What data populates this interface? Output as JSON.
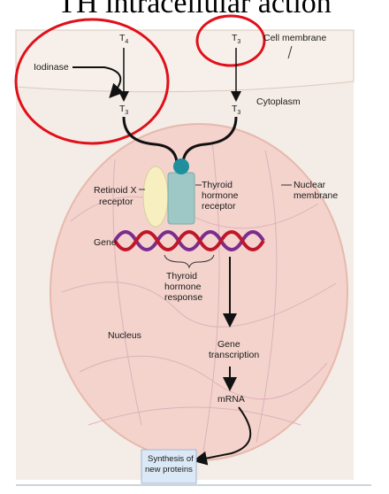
{
  "title": "TH intracellular action",
  "labels": {
    "t4": "T",
    "t4_sub": "4",
    "t3_top": "T",
    "t3_sub": "3",
    "t3_left": "T",
    "t3_right": "T",
    "cell_membrane": "Cell membrane",
    "iodinase": "Iodinase",
    "cytoplasm": "Cytoplasm",
    "retinoid_x": [
      "Retinoid X",
      "receptor"
    ],
    "thyroid_receptor": [
      "Thyroid",
      "hormone",
      "receptor"
    ],
    "nuclear_membrane": [
      "Nuclear",
      "membrane"
    ],
    "gene": "Gene",
    "thyroid_response": [
      "Thyroid",
      "hormone",
      "response"
    ],
    "nucleus": "Nucleus",
    "gene_transcription": [
      "Gene",
      "transcription"
    ],
    "mrna": "mRNA",
    "synthesis": [
      "Synthesis of",
      "new proteins"
    ]
  },
  "colors": {
    "annotation_red": "#e0101a",
    "nucleus_fill": "#f3d3cc",
    "dna_purple": "#7b2d8e",
    "dna_red": "#c0162a",
    "receptor_teal": "#9ec8c6",
    "retinoid_yellow": "#f7efc0",
    "ligand_teal": "#1f8f9d",
    "box_blue": "#dbe8f5"
  }
}
